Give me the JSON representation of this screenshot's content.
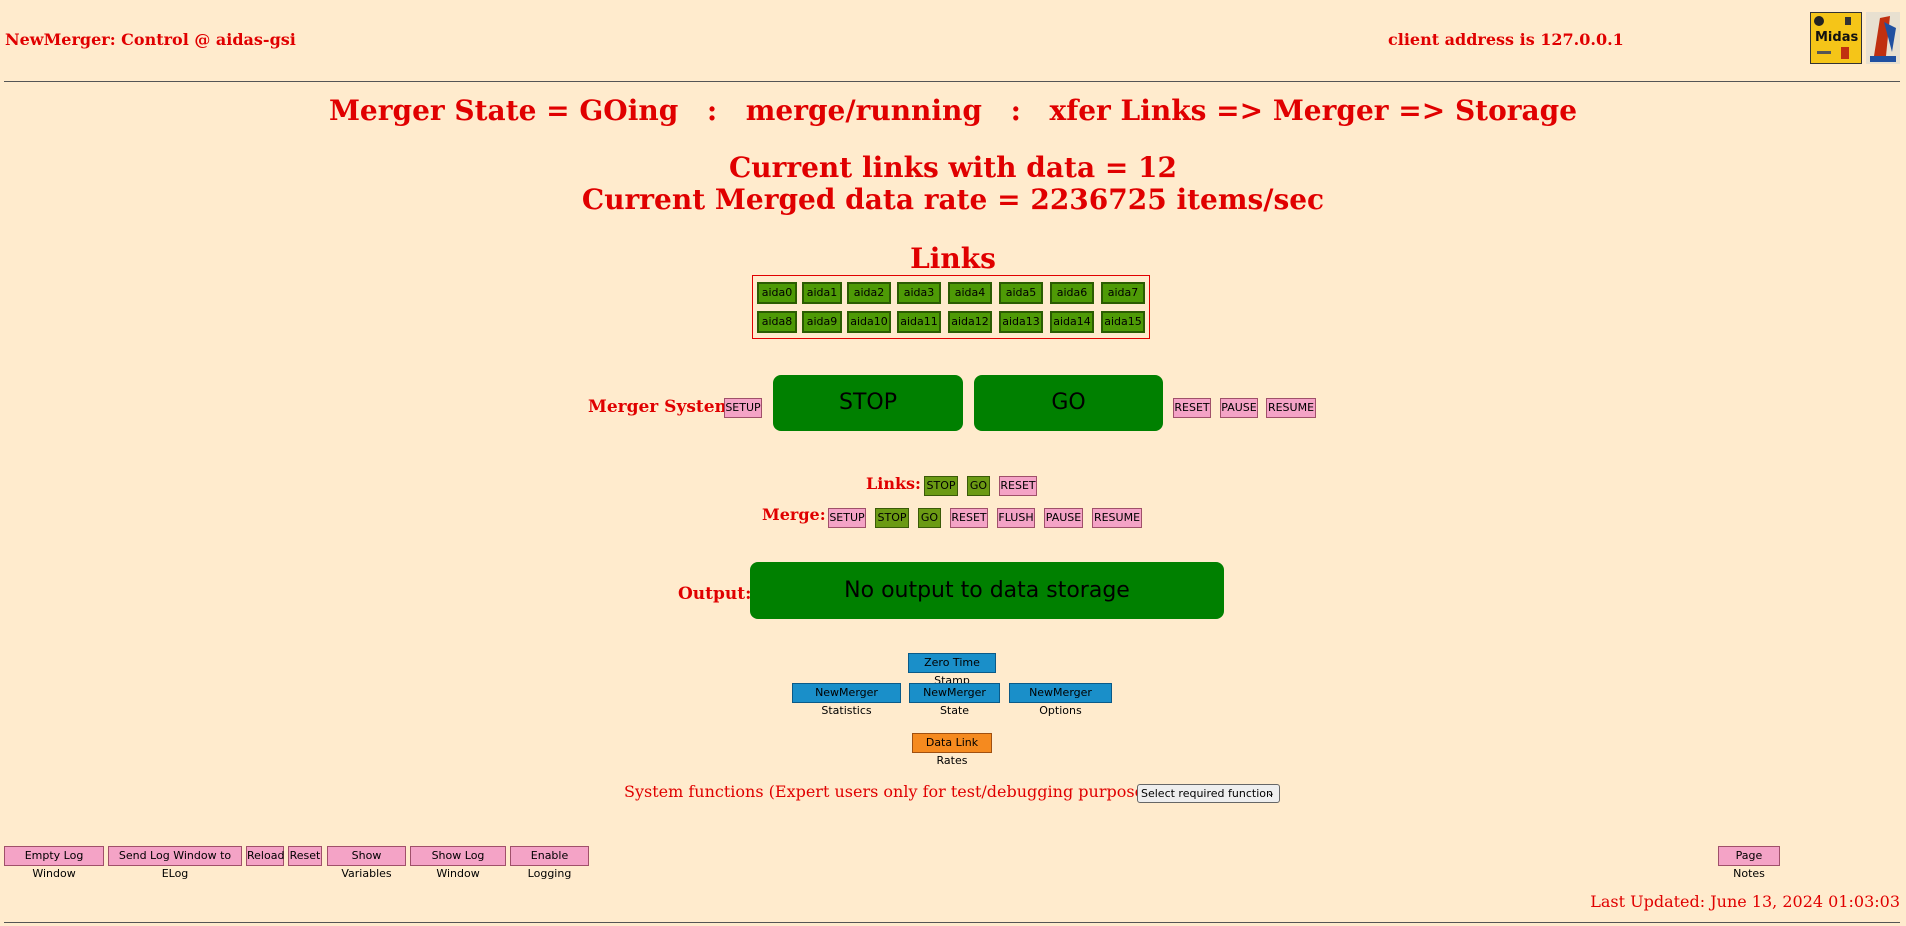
{
  "header": {
    "title": "NewMerger: Control @ aidas-gsi",
    "client": "client address is 127.0.0.1",
    "logo_text": "Midas"
  },
  "status": {
    "state": "Merger State = GOing",
    "sep1": ":",
    "mode": "merge/running",
    "sep2": ":",
    "xfer": "xfer Links => Merger => Storage",
    "links_with_data": "Current links with data = 12",
    "data_rate": "Current Merged data rate = 2236725 items/sec"
  },
  "links": {
    "title": "Links",
    "row1": [
      "aida0",
      "aida1",
      "aida2",
      "aida3",
      "aida4",
      "aida5",
      "aida6",
      "aida7"
    ],
    "row2": [
      "aida8",
      "aida9",
      "aida10",
      "aida11",
      "aida12",
      "aida13",
      "aida14",
      "aida15"
    ]
  },
  "merger_system": {
    "label": "Merger System:",
    "setup": "SETUP",
    "stop": "STOP",
    "go": "GO",
    "reset": "RESET",
    "pause": "PAUSE",
    "resume": "RESUME"
  },
  "links_ctrl": {
    "label": "Links:",
    "stop": "STOP",
    "go": "GO",
    "reset": "RESET"
  },
  "merge_ctrl": {
    "label": "Merge:",
    "setup": "SETUP",
    "stop": "STOP",
    "go": "GO",
    "reset": "RESET",
    "flush": "FLUSH",
    "pause": "PAUSE",
    "resume": "RESUME"
  },
  "output": {
    "label": "Output:",
    "button": "No output to data storage"
  },
  "tools": {
    "zero_ts": "Zero Time Stamp",
    "stats": "NewMerger Statistics",
    "state": "NewMerger State",
    "options": "NewMerger Options",
    "rates": "Data Link Rates"
  },
  "system_functions": {
    "label": "System functions (Expert users only for test/debugging purposes!!!)",
    "select": "Select required function"
  },
  "footer": {
    "empty_log": "Empty Log Window",
    "send_log": "Send Log Window to ELog",
    "reload": "Reload",
    "reset": "Reset",
    "show_vars": "Show Variables",
    "show_log": "Show Log Window",
    "enable_logging": "Enable Logging",
    "page_notes": "Page Notes",
    "last_updated": "Last Updated: June 13, 2024 01:03:03"
  },
  "colors": {
    "background": "#ffebcd",
    "text": "#e00000",
    "go_green": "#008000",
    "link_green": "#4e9a06",
    "pink": "#f4a3c6",
    "blue": "#1a8fc9",
    "orange": "#f58a1f"
  }
}
